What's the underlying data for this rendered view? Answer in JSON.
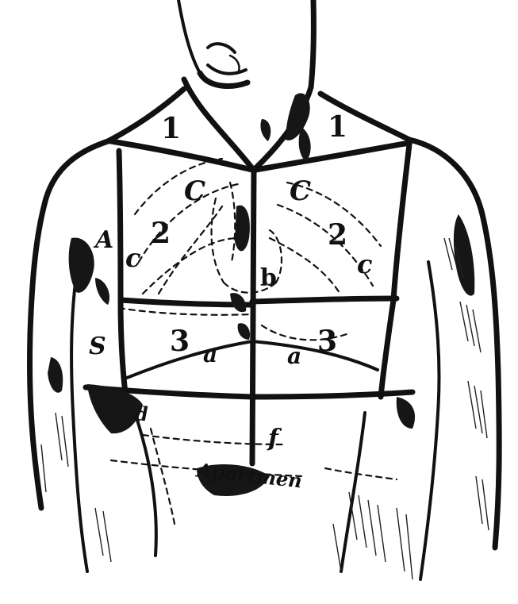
{
  "figure": {
    "labels": {
      "region_1_left": "1",
      "region_1_right": "1",
      "region_2_left": "2",
      "region_2_right": "2",
      "region_3_left": "3",
      "region_3_right": "3",
      "letter_C_upper_left": "C",
      "letter_C_upper_right": "C",
      "letter_c_lower_left": "c",
      "letter_c_lower_right": "c",
      "letter_b": "b",
      "letter_a_left": "a",
      "letter_a_right": "a",
      "letter_A_side": "A",
      "letter_S_side": "S",
      "letter_f": "f",
      "letter_d": "d",
      "handwritten_scribble": "Apartmen"
    }
  }
}
